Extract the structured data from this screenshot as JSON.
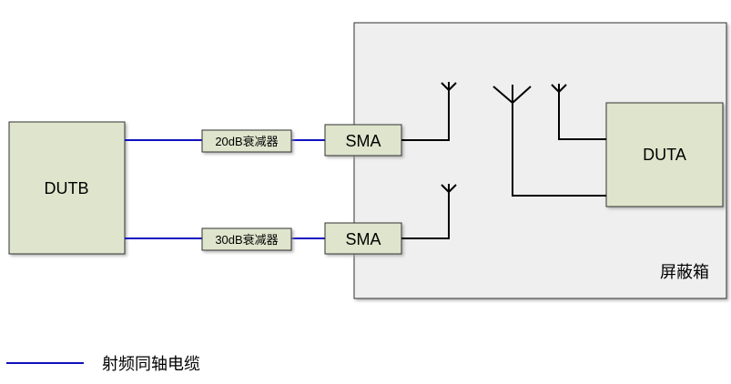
{
  "diagram": {
    "dutb": {
      "label": "DUTB"
    },
    "duta": {
      "label": "DUTA"
    },
    "attenuators": [
      {
        "label": "20dB衰减器"
      },
      {
        "label": "30dB衰减器"
      }
    ],
    "sma_ports": [
      {
        "label": "SMA"
      },
      {
        "label": "SMA"
      }
    ],
    "shield_box": {
      "label": "屏蔽箱"
    },
    "legend": {
      "label": "射频同轴电缆"
    }
  },
  "colors": {
    "box_fill": "#dfe5cc",
    "shield_fill": "#efefef",
    "cable": "#1010c0",
    "wire": "#000000"
  }
}
